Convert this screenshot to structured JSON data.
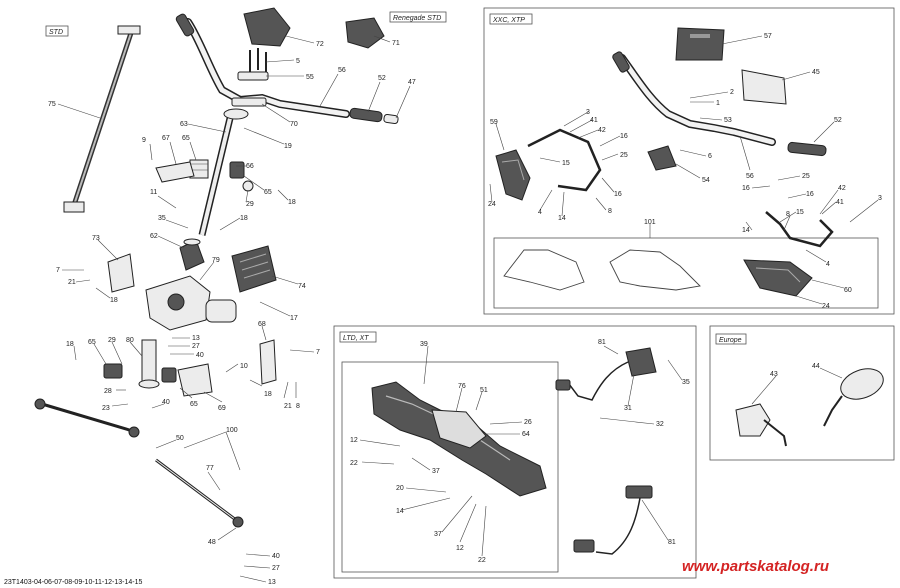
{
  "sections": {
    "std": "STD",
    "renegade_std": "Renegade STD",
    "xxc_xtp": "XXC, XTP",
    "ltd_xt": "LTD, XT",
    "europe": "Europe"
  },
  "callouts": [
    {
      "id": "c75",
      "text": "75"
    },
    {
      "id": "c72",
      "text": "72"
    },
    {
      "id": "c71",
      "text": "71"
    },
    {
      "id": "c5",
      "text": "5"
    },
    {
      "id": "c55",
      "text": "55"
    },
    {
      "id": "c56",
      "text": "56"
    },
    {
      "id": "c52a",
      "text": "52"
    },
    {
      "id": "c47",
      "text": "47"
    },
    {
      "id": "c70",
      "text": "70"
    },
    {
      "id": "c63",
      "text": "63"
    },
    {
      "id": "c19",
      "text": "19"
    },
    {
      "id": "c9",
      "text": "9"
    },
    {
      "id": "c67",
      "text": "67"
    },
    {
      "id": "c65a",
      "text": "65"
    },
    {
      "id": "c66",
      "text": "66"
    },
    {
      "id": "c65b",
      "text": "65"
    },
    {
      "id": "c29a",
      "text": "29"
    },
    {
      "id": "c18a",
      "text": "18"
    },
    {
      "id": "c11",
      "text": "11"
    },
    {
      "id": "c35",
      "text": "35"
    },
    {
      "id": "c18b",
      "text": "18"
    },
    {
      "id": "c62",
      "text": "62"
    },
    {
      "id": "c73",
      "text": "73"
    },
    {
      "id": "c79",
      "text": "79"
    },
    {
      "id": "c74",
      "text": "74"
    },
    {
      "id": "c7a",
      "text": "7"
    },
    {
      "id": "c21a",
      "text": "21"
    },
    {
      "id": "c18c",
      "text": "18"
    },
    {
      "id": "c17",
      "text": "17"
    },
    {
      "id": "c68",
      "text": "68"
    },
    {
      "id": "c13a",
      "text": "13"
    },
    {
      "id": "c27a",
      "text": "27"
    },
    {
      "id": "c40a",
      "text": "40"
    },
    {
      "id": "c7b",
      "text": "7"
    },
    {
      "id": "c18d",
      "text": "18"
    },
    {
      "id": "c65c",
      "text": "65"
    },
    {
      "id": "c29b",
      "text": "29"
    },
    {
      "id": "c80",
      "text": "80"
    },
    {
      "id": "c10",
      "text": "10"
    },
    {
      "id": "c18e",
      "text": "18"
    },
    {
      "id": "c21b",
      "text": "21"
    },
    {
      "id": "c8a",
      "text": "8"
    },
    {
      "id": "c28",
      "text": "28"
    },
    {
      "id": "c23",
      "text": "23"
    },
    {
      "id": "c40b",
      "text": "40"
    },
    {
      "id": "c65d",
      "text": "65"
    },
    {
      "id": "c69",
      "text": "69"
    },
    {
      "id": "c50",
      "text": "50"
    },
    {
      "id": "c100",
      "text": "100"
    },
    {
      "id": "c77",
      "text": "77"
    },
    {
      "id": "c48",
      "text": "48"
    },
    {
      "id": "c40c",
      "text": "40"
    },
    {
      "id": "c27b",
      "text": "27"
    },
    {
      "id": "c13b",
      "text": "13"
    },
    {
      "id": "c57",
      "text": "57"
    },
    {
      "id": "c45",
      "text": "45"
    },
    {
      "id": "c2",
      "text": "2"
    },
    {
      "id": "c1",
      "text": "1"
    },
    {
      "id": "c53",
      "text": "53"
    },
    {
      "id": "c52b",
      "text": "52"
    },
    {
      "id": "c6",
      "text": "6"
    },
    {
      "id": "c56b",
      "text": "56"
    },
    {
      "id": "c54",
      "text": "54"
    },
    {
      "id": "c59",
      "text": "59"
    },
    {
      "id": "c3a",
      "text": "3"
    },
    {
      "id": "c41a",
      "text": "41"
    },
    {
      "id": "c42a",
      "text": "42"
    },
    {
      "id": "c16a",
      "text": "16"
    },
    {
      "id": "c15a",
      "text": "15"
    },
    {
      "id": "c25a",
      "text": "25"
    },
    {
      "id": "c16b",
      "text": "16"
    },
    {
      "id": "c24a",
      "text": "24"
    },
    {
      "id": "c4a",
      "text": "4"
    },
    {
      "id": "c14a",
      "text": "14"
    },
    {
      "id": "c8b",
      "text": "8"
    },
    {
      "id": "c101",
      "text": "101"
    },
    {
      "id": "c25b",
      "text": "25"
    },
    {
      "id": "c16c",
      "text": "16"
    },
    {
      "id": "c16d",
      "text": "16"
    },
    {
      "id": "c42b",
      "text": "42"
    },
    {
      "id": "c15b",
      "text": "15"
    },
    {
      "id": "c8c",
      "text": "8"
    },
    {
      "id": "c41b",
      "text": "41"
    },
    {
      "id": "c3b",
      "text": "3"
    },
    {
      "id": "c14b",
      "text": "14"
    },
    {
      "id": "c4b",
      "text": "4"
    },
    {
      "id": "c60",
      "text": "60"
    },
    {
      "id": "c24b",
      "text": "24"
    },
    {
      "id": "c39",
      "text": "39"
    },
    {
      "id": "c76",
      "text": "76"
    },
    {
      "id": "c51",
      "text": "51"
    },
    {
      "id": "c26",
      "text": "26"
    },
    {
      "id": "c64",
      "text": "64"
    },
    {
      "id": "c12a",
      "text": "12"
    },
    {
      "id": "c22a",
      "text": "22"
    },
    {
      "id": "c37a",
      "text": "37"
    },
    {
      "id": "c20",
      "text": "20"
    },
    {
      "id": "c14c",
      "text": "14"
    },
    {
      "id": "c37b",
      "text": "37"
    },
    {
      "id": "c12b",
      "text": "12"
    },
    {
      "id": "c22b",
      "text": "22"
    },
    {
      "id": "c81a",
      "text": "81"
    },
    {
      "id": "c35b",
      "text": "35"
    },
    {
      "id": "c31",
      "text": "31"
    },
    {
      "id": "c32",
      "text": "32"
    },
    {
      "id": "c81b",
      "text": "81"
    },
    {
      "id": "c43",
      "text": "43"
    },
    {
      "id": "c44",
      "text": "44"
    }
  ],
  "footer": {
    "catalog_ref": "23T1403-04-06-07-08-09-10-11-12-13-14-15",
    "watermark": "www.partskatalog.ru"
  }
}
